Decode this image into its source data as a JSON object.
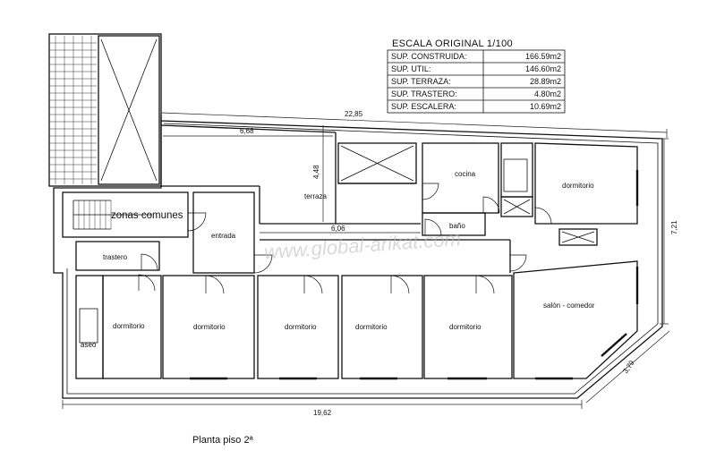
{
  "scale_table": {
    "title": "ESCALA ORIGINAL 1/100",
    "rows": [
      {
        "label": "SUP. CONSTRUIDA:",
        "value": "166.59m2"
      },
      {
        "label": "SUP. UTIL:",
        "value": "146.60m2"
      },
      {
        "label": "SUP. TERRAZA:",
        "value": "28.89m2"
      },
      {
        "label": "SUP. TRASTERO:",
        "value": "4.80m2"
      },
      {
        "label": "SUP. ESCALERA:",
        "value": "10.69m2"
      }
    ]
  },
  "dimensions": {
    "top_total": "22,85",
    "terrace_width": "6,68",
    "terrace_depth": "4,48",
    "corridor": "6,06",
    "right_height": "7,21",
    "diagonal": "3,79",
    "bottom_total": "19,62"
  },
  "rooms": {
    "cocina": "cocina",
    "dormitorio_top_right": "dormitorio",
    "terraza": "terraza",
    "zonas_comunes": "zonas comunes",
    "entrada": "entrada",
    "bano": "baño",
    "trastero": "trastero",
    "aseo": "aseo",
    "dormitorio_1": "dormitorio",
    "dormitorio_2": "dormitorio",
    "dormitorio_3": "dormitorio",
    "dormitorio_4": "dormitorio",
    "dormitorio_5": "dormitorio",
    "salon": "salón - comedor"
  },
  "watermark": "www.global-arikat.com",
  "caption": "Planta piso 2ª"
}
